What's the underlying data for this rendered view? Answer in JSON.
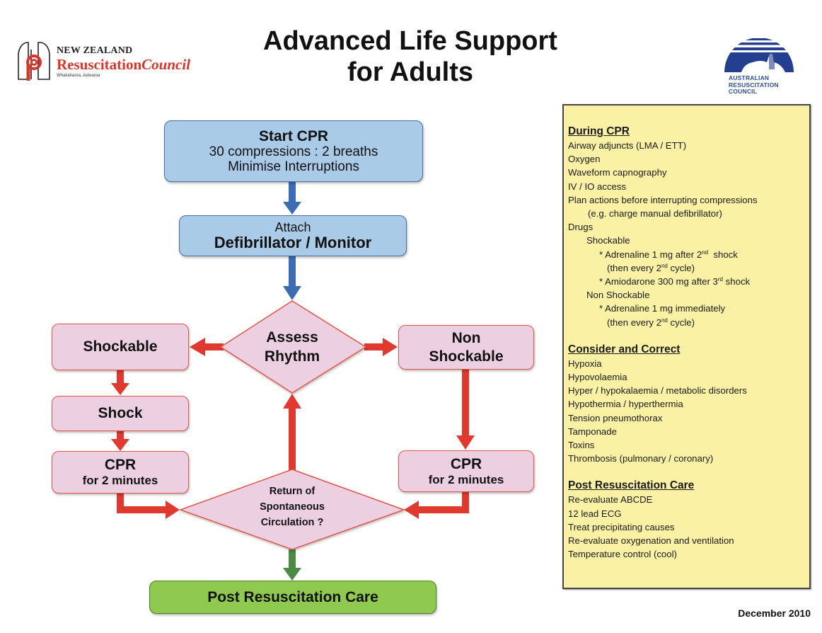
{
  "header": {
    "title_line1": "Advanced Life Support",
    "title_line2": "for Adults",
    "left_logo": {
      "icon": "lungs-spiral-icon",
      "line1_small_caps": "New Zealand",
      "name_part1": "Resuscitation",
      "name_part2": "Council",
      "subtitle": "Whakahaora, Aotearoa"
    },
    "right_logo": {
      "icon": "globe-stripes-icon",
      "lines": [
        "AUSTRALIAN",
        "RESUSCITATION",
        "COUNCIL"
      ]
    }
  },
  "flow": {
    "start": {
      "title": "Start CPR",
      "line1": "30 compressions : 2 breaths",
      "line2": "Minimise Interruptions"
    },
    "attach": {
      "line1": "Attach",
      "line2": "Defibrillator / Monitor"
    },
    "assess": {
      "line1": "Assess",
      "line2": "Rhythm"
    },
    "shockable": {
      "label": "Shockable"
    },
    "shock": {
      "label": "Shock"
    },
    "cpr_left": {
      "title": "CPR",
      "sub": "for 2 minutes"
    },
    "non_shockable": {
      "line1": "Non",
      "line2": "Shockable"
    },
    "cpr_right": {
      "title": "CPR",
      "sub": "for 2 minutes"
    },
    "rosc": {
      "line1": "Return of",
      "line2": "Spontaneous",
      "line3": "Circulation ?"
    },
    "post": {
      "label": "Post Resuscitation Care"
    },
    "colors": {
      "blue_arrow": "#3c6db3",
      "red_arrow": "#e03a30",
      "green_arrow": "#4a8a44",
      "blue_box": "#a9cbe8",
      "pink_box": "#ecd0e1",
      "green_box": "#8fc94f"
    }
  },
  "info": {
    "during_cpr": {
      "heading": "During CPR",
      "items": [
        "Airway adjuncts (LMA / ETT)",
        "Oxygen",
        "Waveform capnography",
        "IV / IO access",
        "Plan actions before interrupting compressions",
        "(e.g. charge manual defibrillator)",
        "Drugs"
      ],
      "shockable_label": "Shockable",
      "shockable_items": {
        "adrenaline_a": "* Adrenaline 1 mg after 2",
        "adrenaline_sup": "nd",
        "adrenaline_b": "  shock",
        "adrenaline_then_a": "(then every 2",
        "adrenaline_then_sup": "nd",
        "adrenaline_then_b": " cycle)",
        "amiodarone_a": "* Amiodarone 300 mg after 3",
        "amiodarone_sup": "rd",
        "amiodarone_b": " shock"
      },
      "non_shockable_label": "Non Shockable",
      "non_shockable_items": {
        "adrenaline": "* Adrenaline 1 mg immediately",
        "then_a": "(then every 2",
        "then_sup": "nd",
        "then_b": " cycle)"
      }
    },
    "consider": {
      "heading": "Consider and Correct",
      "items": [
        "Hypoxia",
        "Hypovolaemia",
        "Hyper / hypokalaemia / metabolic disorders",
        "Hypothermia / hyperthermia",
        "Tension pneumothorax",
        "Tamponade",
        "Toxins",
        "Thrombosis (pulmonary / coronary)"
      ]
    },
    "post_care": {
      "heading": "Post Resuscitation Care",
      "items": [
        "Re-evaluate ABCDE",
        "12 lead ECG",
        "Treat precipitating causes",
        "Re-evaluate oxygenation and ventilation",
        "Temperature control (cool)"
      ]
    }
  },
  "footer": {
    "date": "December 2010"
  }
}
